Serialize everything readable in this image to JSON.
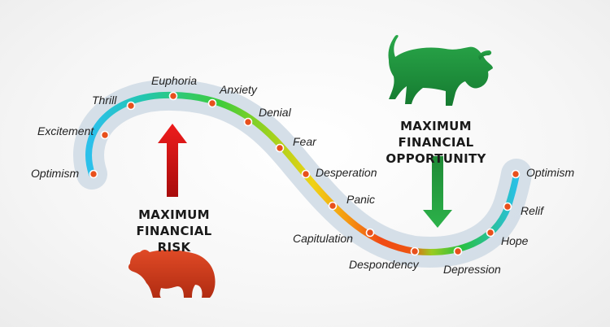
{
  "stages": [
    {
      "label": "Optimism"
    },
    {
      "label": "Excitement"
    },
    {
      "label": "Thrill"
    },
    {
      "label": "Euphoria"
    },
    {
      "label": "Anxiety"
    },
    {
      "label": "Denial"
    },
    {
      "label": "Fear"
    },
    {
      "label": "Desperation"
    },
    {
      "label": "Panic"
    },
    {
      "label": "Capitulation"
    },
    {
      "label": "Despondency"
    },
    {
      "label": "Depression"
    },
    {
      "label": "Hope"
    },
    {
      "label": "Relif"
    },
    {
      "label": "Optimism"
    }
  ],
  "risk": {
    "line1": "MAXIMUM FINANCIAL",
    "line2": "RISK"
  },
  "opportunity": {
    "line1": "MAXIMUM FINANCIAL",
    "line2": "OPPORTUNITY"
  },
  "colors": {
    "halo": "#cfdbe6",
    "risk_arrow": "#d81515",
    "opportunity_arrow": "#1a9a3a",
    "bear": "#cf3b1c",
    "bull": "#1f8f3c",
    "dot": "#e8501c"
  }
}
